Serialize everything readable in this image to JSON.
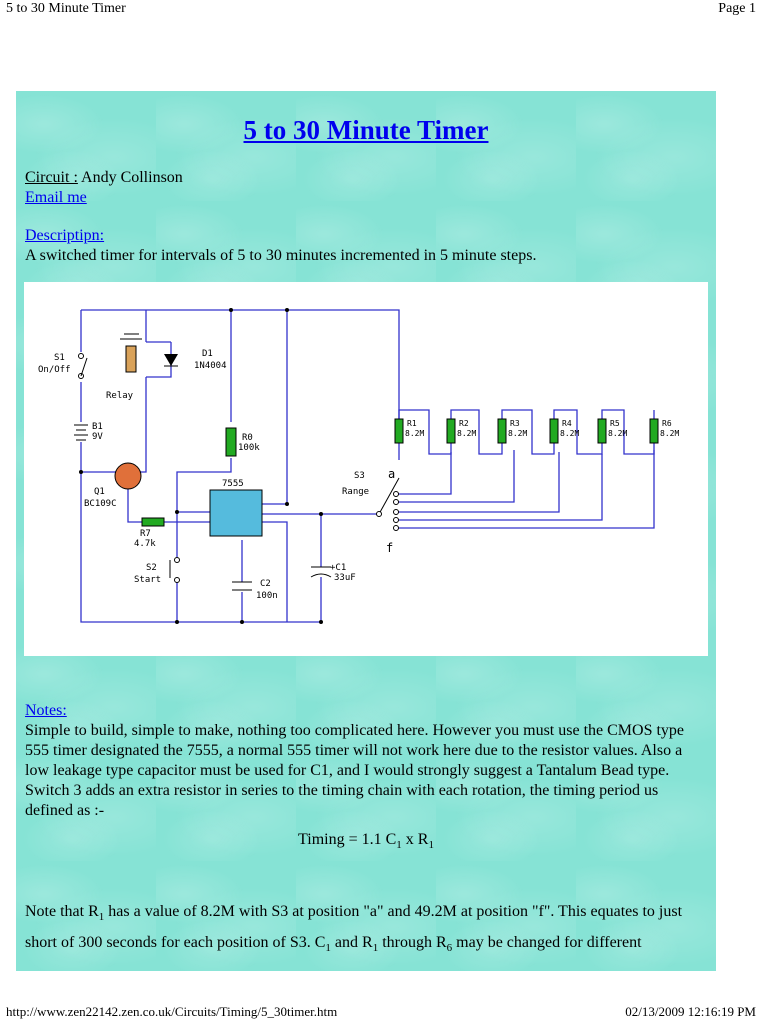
{
  "page_header": {
    "left": "5 to 30 Minute Timer",
    "right": "Page 1"
  },
  "page_footer": {
    "url": "http://www.zen22142.zen.co.uk/Circuits/Timing/5_30timer.htm",
    "datetime": "02/13/2009 12:16:19 PM"
  },
  "article": {
    "title": "5 to 30 Minute Timer",
    "circuit_label": "Circuit :",
    "circuit_author": " Andy Collinson",
    "email_link": "Email me",
    "description_heading": "Descriptipn:",
    "description": "A switched timer for intervals of 5 to 30 minutes incremented in 5 minute steps.",
    "notes_heading": "Notes:",
    "notes_text": "Simple to build, simple to make, nothing too complicated here. However you must use the CMOS type 555 timer designated the 7555, a normal 555 timer will not work here due to the resistor values. Also a low leakage type capacitor must be used for C1, and I would strongly suggest a Tantalum Bead type. Switch 3 adds an extra resistor in series to the timing chain with each rotation, the timing period us defined as :-",
    "formula": {
      "prefix": "Timing = 1.1 C",
      "sub1": "1",
      "mid": " x R",
      "sub2": "1"
    },
    "note2": {
      "p1": "Note that R",
      "s1": "1",
      "p2": " has a value of 8.2M with S3 at position \"a\" and 49.2M at position \"f\". This equates to just short of 300 seconds for each position of S3. C",
      "s2": "1",
      "p3": " and R",
      "s3": "1",
      "p4": " through R",
      "s4": "6",
      "p5": " may be changed for different"
    }
  },
  "schematic": {
    "s1": "S1",
    "s1_sub": "On/Off",
    "d1": "D1",
    "d1_val": "1N4004",
    "relay": "Relay",
    "b1": "B1",
    "b1_val": "9V",
    "r0": "R0",
    "r0_val": "100k",
    "q1": "Q1",
    "q1_val": "BC109C",
    "ic": "7555",
    "r7": "R7",
    "r7_val": "4.7k",
    "s2": "S2",
    "s2_sub": "Start",
    "c2": "C2",
    "c2_val": "100n",
    "c1": "+C1",
    "c1_val": "33uF",
    "s3": "S3",
    "s3_sub": "Range",
    "pos_a": "a",
    "pos_f": "f",
    "resistors": [
      {
        "name": "R1",
        "value": "8.2M"
      },
      {
        "name": "R2",
        "value": "8.2M"
      },
      {
        "name": "R3",
        "value": "8.2M"
      },
      {
        "name": "R4",
        "value": "8.2M"
      },
      {
        "name": "R5",
        "value": "8.2M"
      },
      {
        "name": "R6",
        "value": "8.2M"
      }
    ],
    "colors": {
      "wire": "#3333cc",
      "resistor": "#22aa22",
      "ic": "#55bbdd",
      "transistor": "#e0703a"
    }
  }
}
